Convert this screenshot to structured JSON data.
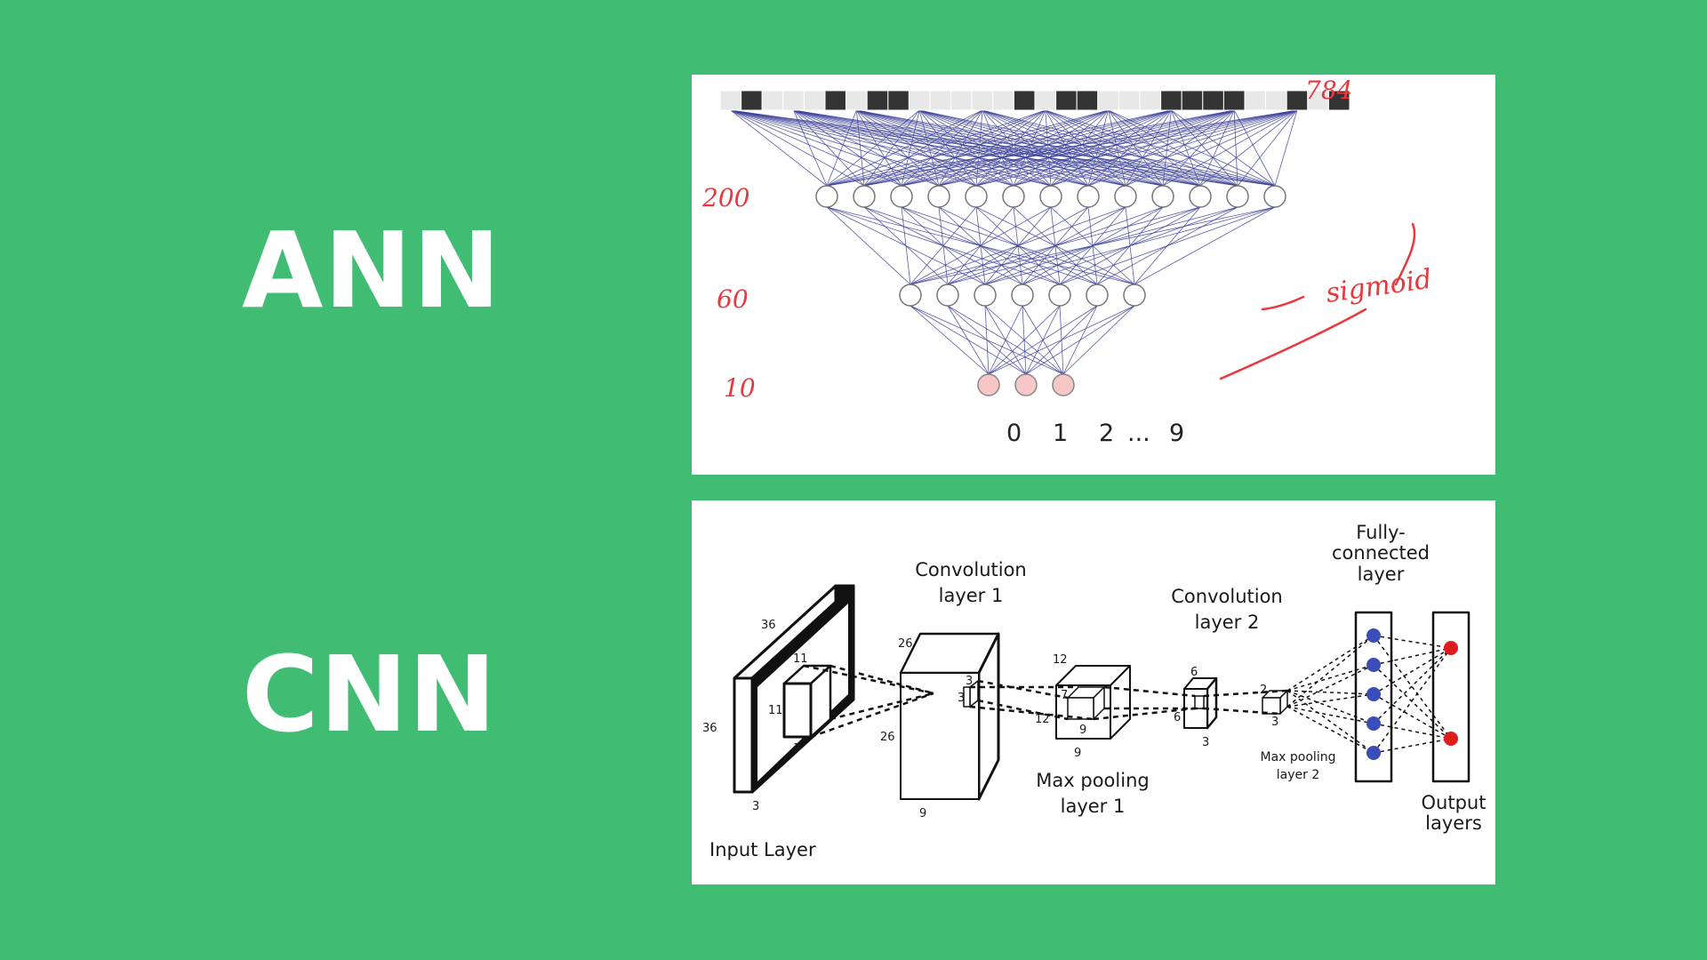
{
  "titles": {
    "ann": "ANN",
    "cnn": "CNN"
  },
  "colors": {
    "background": "#41bd73",
    "annotation_red": "#e8383d",
    "edge_blue": "#3a3f9a",
    "output_node_fill": "#f7c6c6",
    "fc_node_blue": "#3b4db8",
    "output_node_red": "#e01b1b"
  },
  "ann": {
    "annotations": {
      "input_count": "784",
      "hidden1_count": "200",
      "hidden2_count": "60",
      "output_count": "10",
      "activation": "sigmoid"
    },
    "output_labels": [
      "0",
      "1",
      "2",
      "...",
      "9"
    ]
  },
  "cnn": {
    "layers": {
      "input": "Input Layer",
      "conv1_l1": "Convolution",
      "conv1_l2": "layer 1",
      "conv2_l1": "Convolution",
      "conv2_l2": "layer 2",
      "pool1_l1": "Max pooling",
      "pool1_l2": "layer 1",
      "pool2_l1": "Max pooling",
      "pool2_l2": "layer 2",
      "fc_l1": "Fully-",
      "fc_l2": "connected",
      "fc_l3": "layer",
      "out_l1": "Output",
      "out_l2": "layers"
    },
    "dims": {
      "in_h": "36",
      "in_w": "36",
      "in_d": "3",
      "k1_h": "11",
      "k1_w": "11",
      "k1_d": "3",
      "c1_h": "26",
      "c1_w": "26",
      "c1_d": "9",
      "k2_h": "3",
      "k2_w": "3",
      "p1_h": "12",
      "p1_w": "12",
      "p1_d": "9",
      "k3_h": "7",
      "k3_d": "9",
      "c2_h": "6",
      "c2_w": "6",
      "c2_d": "3",
      "p2_h": "2",
      "p2_d": "3"
    }
  }
}
